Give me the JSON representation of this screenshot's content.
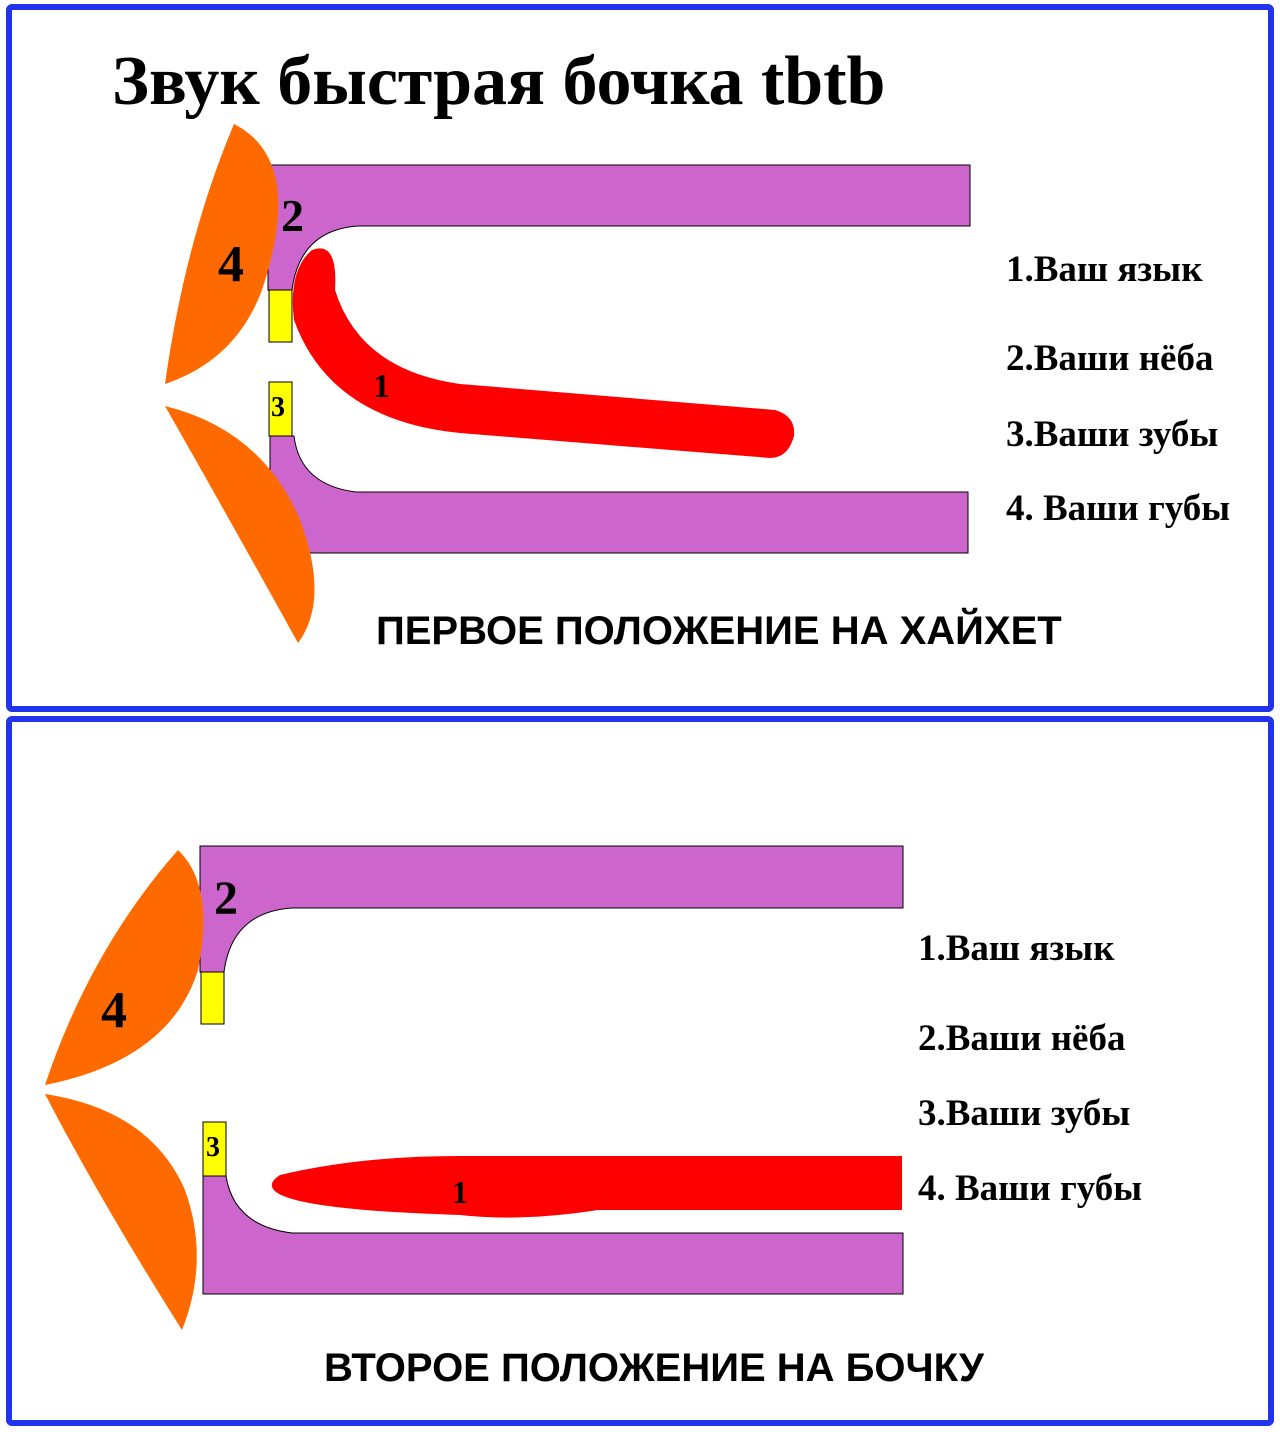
{
  "title": "Звук быстрая бочка tbtb",
  "colors": {
    "border": "#2233ee",
    "palate": "#cc66cc",
    "tongue": "#ff0000",
    "lips": "#ff6a00",
    "teeth": "#ffff00",
    "text": "#000000"
  },
  "panels": [
    {
      "caption": "ПЕРВОЕ ПОЛОЖЕНИЕ НА ХАЙХЕТ",
      "markers": {
        "lips": "4",
        "palate": "2",
        "teeth": "3",
        "tongue": "1"
      },
      "legend": [
        "1.Ваш язык",
        "2.Ваши нёба",
        "3.Ваши зубы",
        "4. Ваши губы"
      ]
    },
    {
      "caption": "ВТОРОЕ ПОЛОЖЕНИЕ НА БОЧКУ",
      "markers": {
        "lips": "4",
        "palate": "2",
        "teeth": "3",
        "tongue": "1"
      },
      "legend": [
        "1.Ваш язык",
        "2.Ваши нёба",
        "3.Ваши зубы",
        "4. Ваши губы"
      ]
    }
  ]
}
